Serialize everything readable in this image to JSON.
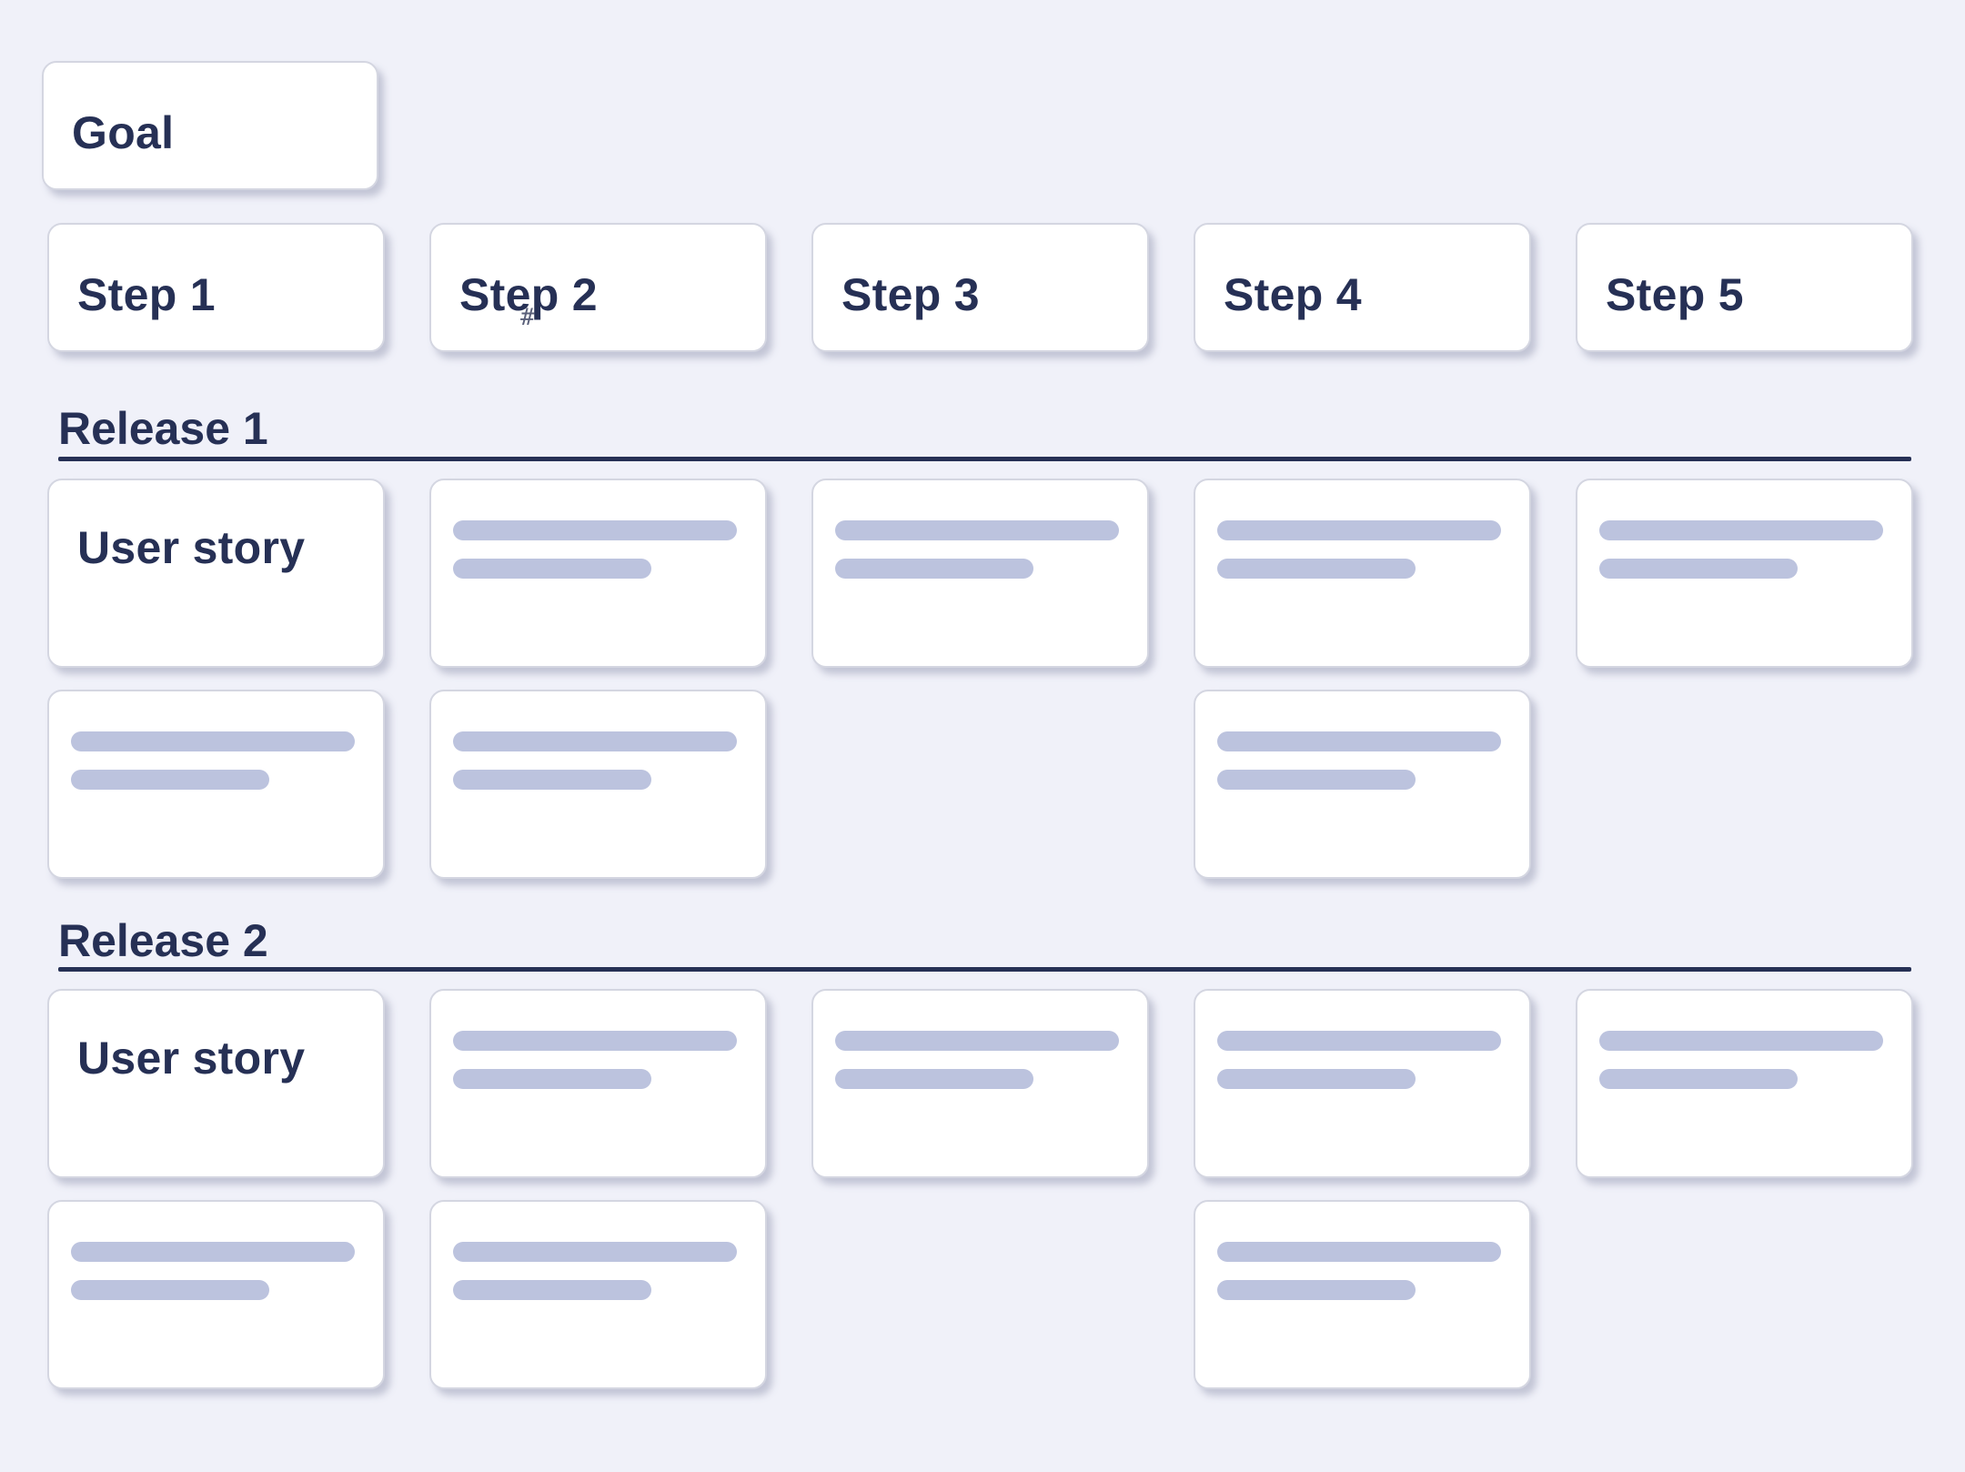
{
  "goal": {
    "label": "Goal"
  },
  "steps": [
    {
      "label": "Step 1"
    },
    {
      "label": "Step 2"
    },
    {
      "label": "Step 3"
    },
    {
      "label": "Step 4"
    },
    {
      "label": "Step 5"
    }
  ],
  "releases": [
    {
      "title": "Release 1",
      "story_label": "User story",
      "rows": [
        [
          "story",
          "placeholder",
          "placeholder",
          "placeholder",
          "placeholder"
        ],
        [
          "placeholder",
          "placeholder",
          null,
          "placeholder",
          null
        ]
      ]
    },
    {
      "title": "Release 2",
      "story_label": "User story",
      "rows": [
        [
          "story",
          "placeholder",
          "placeholder",
          "placeholder",
          "placeholder"
        ],
        [
          "placeholder",
          "placeholder",
          null,
          "placeholder",
          null
        ]
      ]
    }
  ],
  "colors": {
    "background": "#f0f1f9",
    "card": "#ffffff",
    "text": "#263055",
    "placeholder": "#bcc3de",
    "divider": "#263055"
  }
}
